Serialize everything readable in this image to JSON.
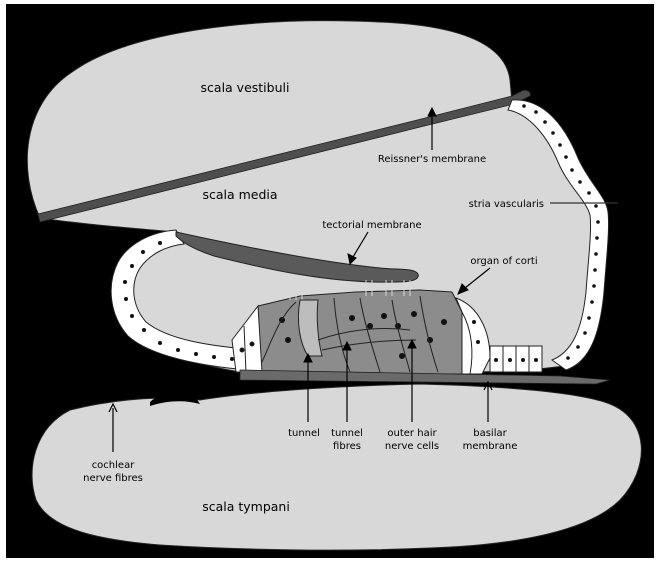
{
  "regions": {
    "scala_vestibuli": "scala vestibuli",
    "scala_media": "scala media",
    "scala_tympani": "scala tympani"
  },
  "labels": {
    "reissners_membrane": "Reissner's membrane",
    "stria_vascularis": "stria vascularis",
    "tectorial_membrane": "tectorial membrane",
    "organ_of_corti": "organ of corti",
    "tunnel": "tunnel",
    "tunnel_fibres_1": "tunnel",
    "tunnel_fibres_2": "fibres",
    "outer_hair_1": "outer hair",
    "outer_hair_2": "nerve cells",
    "basilar_1": "basilar",
    "basilar_2": "membrane",
    "cochlear_1": "cochlear",
    "cochlear_2": "nerve fibres"
  },
  "colors": {
    "background": "#000000",
    "fluid": "#d9d9d9",
    "membrane": "#5a5a5a",
    "cells": "#ffffff",
    "organ": "#8c8c8c"
  }
}
